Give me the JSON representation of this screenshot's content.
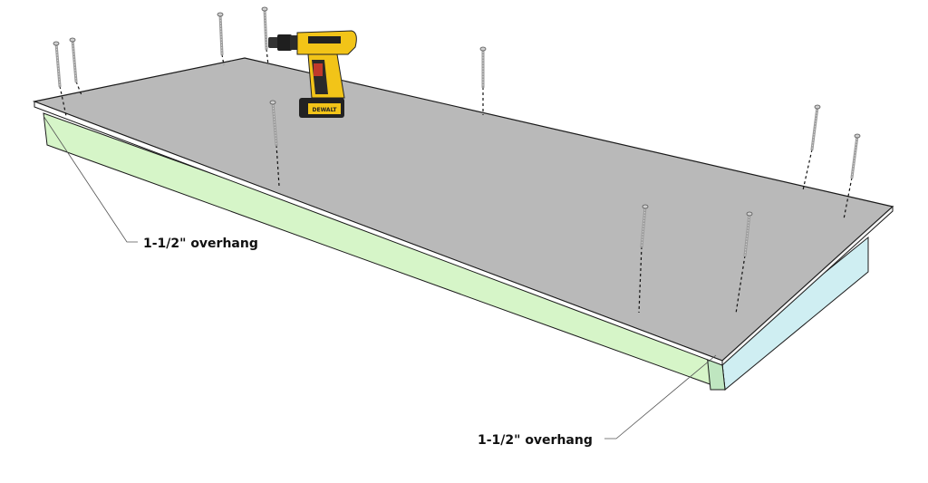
{
  "callouts": {
    "left": {
      "text": "1-1/2\" overhang"
    },
    "right": {
      "text": "1-1/2\" overhang"
    }
  },
  "drill": {
    "brand": "DEWALT"
  },
  "colors": {
    "plywood_top": "#b9b9b9",
    "plywood_edge": "#ffffff",
    "frame_front": "#d6f5c8",
    "frame_end": "#cfeef2",
    "outline": "#1a1a1a",
    "drill_body": "#f2c418",
    "drill_black": "#222222"
  },
  "icons": {
    "screw": "screw-icon",
    "drill": "cordless-drill-icon"
  }
}
